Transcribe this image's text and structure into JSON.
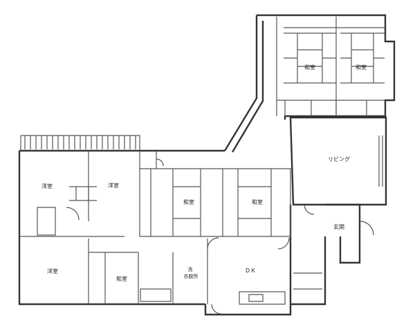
{
  "colors": {
    "wall": "#333333",
    "line": "#555555",
    "tatami": "#777777",
    "background": "#ffffff"
  },
  "rooms": {
    "washitsu_1": "和室",
    "washitsu_2": "和室",
    "living": "リビング",
    "washitsu_3": "和室",
    "washitsu_4": "和室",
    "youshitsu_1": "洋室",
    "youshitsu_2": "洋室",
    "youshitsu_3": "洋室",
    "washitsu_5": "和室",
    "dk": "ＤＫ",
    "genkan": "玄関",
    "sen": "洗",
    "datsui_1": "衣",
    "datsui_2": "脱",
    "datsui_3": "所"
  }
}
